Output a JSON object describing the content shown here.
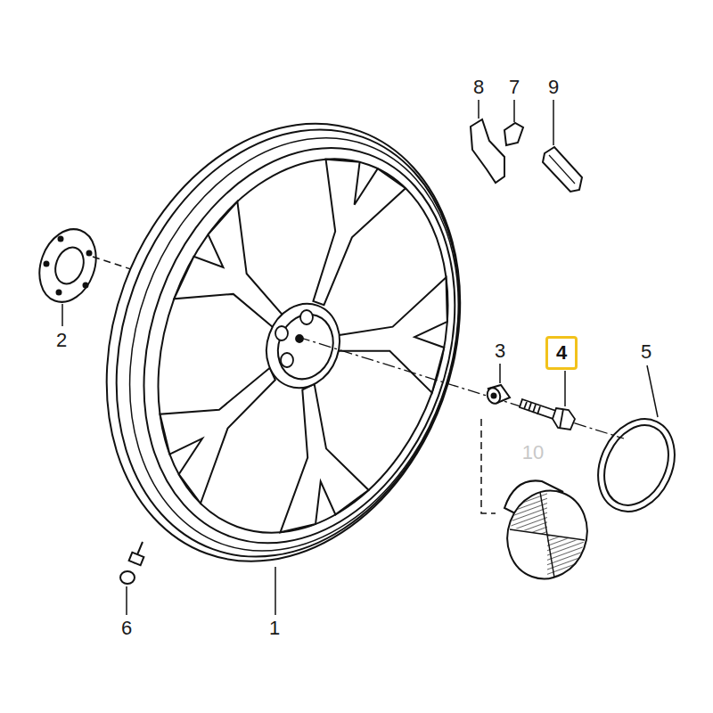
{
  "diagram": {
    "nodes": [
      {
        "text": [
          "4"
        ]
      }
    ],
    "labels": [
      "8",
      "7",
      "9",
      "2",
      "3",
      "5",
      "10",
      "6",
      "1"
    ]
  }
}
